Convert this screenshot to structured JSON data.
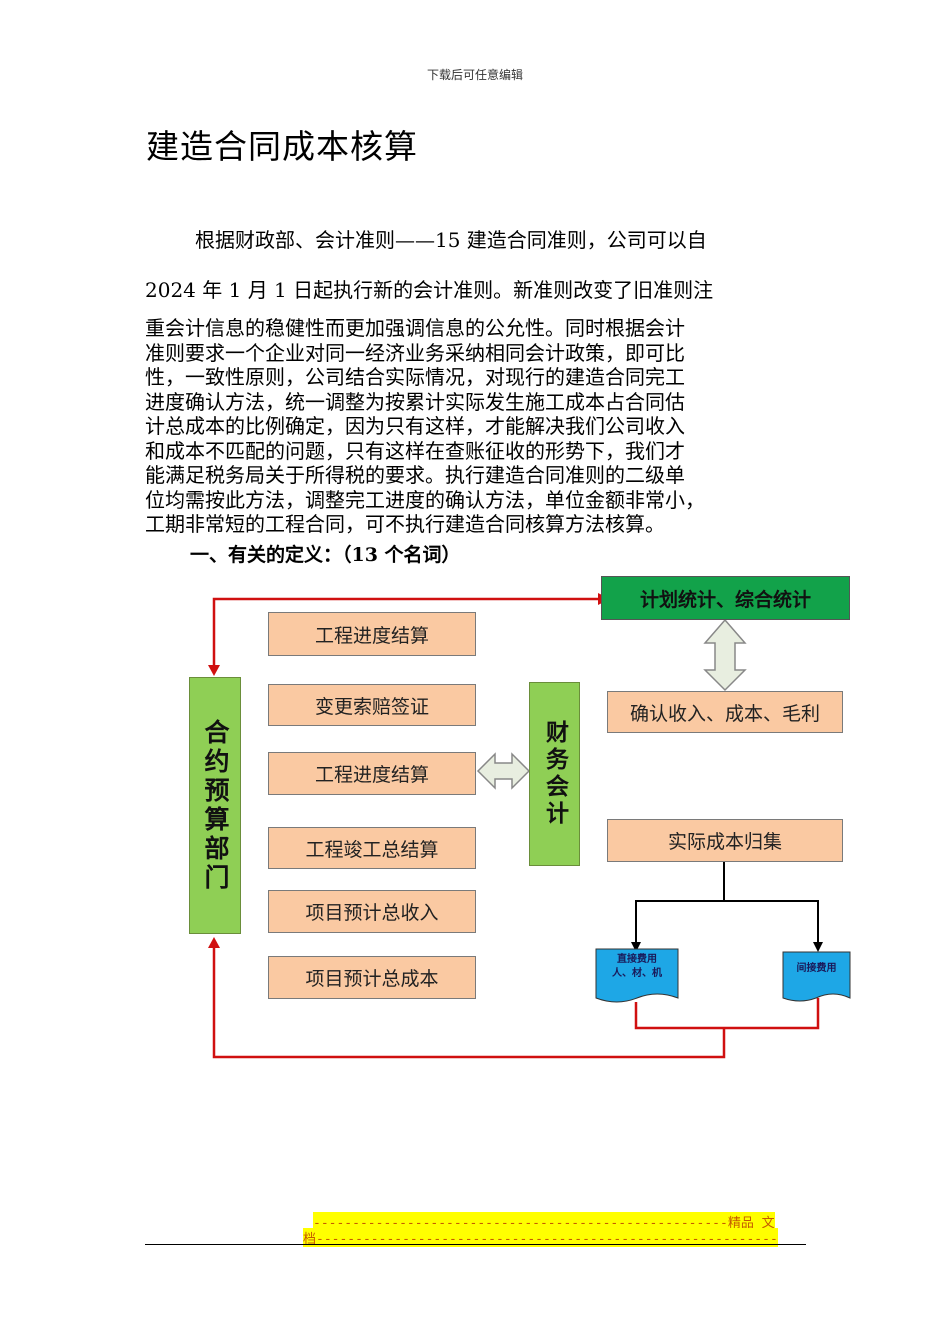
{
  "header_note": "下载后可任意编辑",
  "title": "建造合同成本核算",
  "paragraph_lines": [
    "根据财政部、会计准则——15 建造合同准则，公司可以自",
    "2024 年  1 月 1 日起执行新的会计准则。新准则改变了旧准则注",
    "重会计信息的稳健性而更加强调信息的公允性。同时根据会计",
    "准则要求一个企业对同一经济业务采纳相同会计政策，即可比",
    "性，一致性原则，公司结合实际情况，对现行的建造合同完工",
    "进度确认方法，统一调整为按累计实际发生施工成本占合同估",
    "计总成本的比例确定，因为只有这样，才能解决我们公司收入",
    "和成本不匹配的问题，只有这样在查账征收的形势下，我们才",
    "能满足税务局关于所得税的要求。执行建造合同准则的二级单",
    "位均需按此方法，调整完工进度的确认方法，单位金额非常小，",
    "工期非常短的工程合同，可不执行建造合同核算方法核算。"
  ],
  "section_heading": "一、有关的定义：（13 个名词）",
  "diagram": {
    "left_dept": "合约预算部门",
    "items": [
      "工程进度结算",
      "变更索赔签证",
      "工程进度结算",
      "工程竣工总结算",
      "项目预计总收入",
      "项目预计总成本"
    ],
    "finance": "财务会计",
    "plan": "计划统计、综合统计",
    "confirm": "确认收入、成本、毛利",
    "actual_cost": "实际成本归集",
    "direct_line1": "直接费用",
    "direct_line2": "人、材、机",
    "indirect": "间接费用",
    "colors": {
      "orange_box": "#fac9a2",
      "green_box": "#8fcf55",
      "plan_box": "#12a24a",
      "doc_shape": "#1ea7e6",
      "red_line": "#d01010"
    }
  },
  "footer": {
    "line1": "-----------------------------------------------------精品 文",
    "line2": "档-----------------------------------------------------------"
  }
}
